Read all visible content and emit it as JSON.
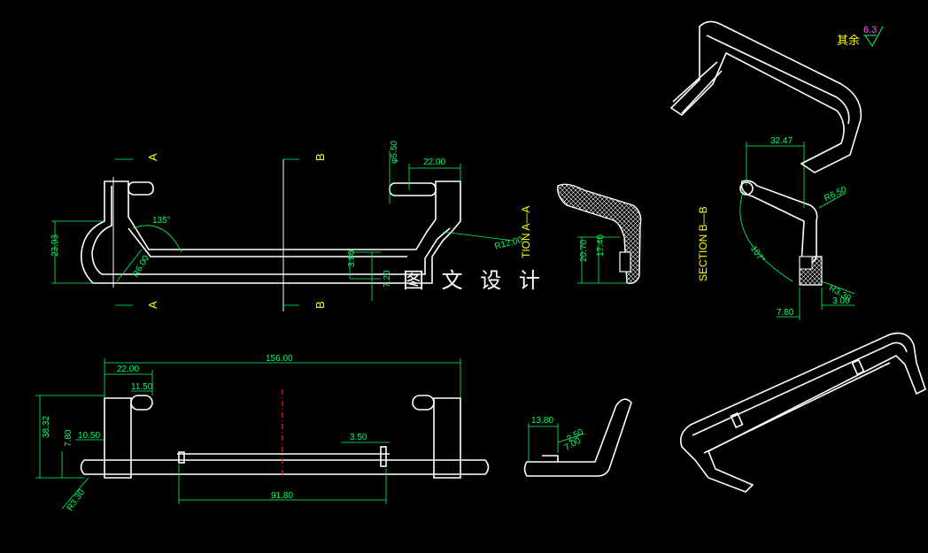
{
  "watermark": "图 文 设 计",
  "roughness": {
    "label": "其余",
    "value": "6.3"
  },
  "section_labels": {
    "a_top": "A",
    "a_bottom": "A",
    "b_top": "B",
    "b_bottom": "B",
    "section_a": "TION  A—A",
    "section_b": "SECTION  B—B"
  },
  "dimensions": {
    "front": {
      "phi_550": "φ5.50",
      "d_2200_top": "22.00",
      "d_2393": "23.93",
      "d_135": "135°",
      "d_r600": "R6.00",
      "d_380": "3.80",
      "d_720": "7.20",
      "d_r1200": "R12.00"
    },
    "section_a": {
      "d_2070": "20.70",
      "d_1740": "17.40"
    },
    "section_b": {
      "d_3247": "32.47",
      "d_r650": "R6.50",
      "d_107": "107°",
      "d_r330": "R3.30",
      "d_780": "7.80",
      "d_300": "3.00"
    },
    "top": {
      "d_15600": "156.00",
      "d_2200": "22.00",
      "d_1150": "11.50",
      "d_3832": "38.32",
      "d_780": "7.80",
      "d_1050": "10.50",
      "d_350": "3.50",
      "d_9180": "91.80",
      "d_r330": "R3.30"
    },
    "side": {
      "d_1380": "13.80",
      "d_250": "2.50",
      "d_700": "7.00"
    }
  },
  "colors": {
    "background": "#000000",
    "geometry": "#ffffff",
    "dimension": "#00ff66",
    "label": "#ffff00",
    "centerline": "#ff2020"
  }
}
